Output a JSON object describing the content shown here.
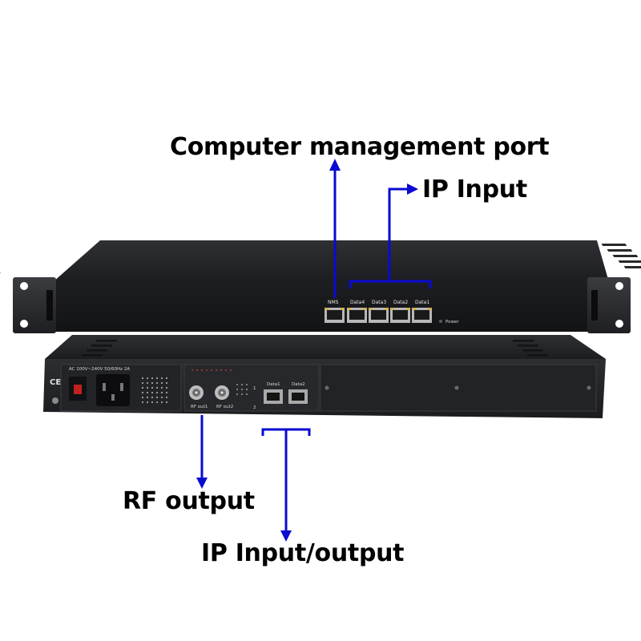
{
  "callouts": {
    "management_port": "Computer management port",
    "ip_input": "IP Input",
    "rf_output": "RF output",
    "ip_input_output": "IP Input/output"
  },
  "front_panel": {
    "ports": [
      "NMS",
      "Data4",
      "Data3",
      "Data2",
      "Data1"
    ],
    "power_label": "Power"
  },
  "rear_panel": {
    "power_rating": "AC 100V~240V 50/60Hz 2A",
    "ce_mark": "CE",
    "rf_ports": [
      "RF out1",
      "RF out2"
    ],
    "rf_index": [
      "1",
      "2"
    ],
    "data_ports": [
      "Data1",
      "Data2"
    ]
  },
  "colors": {
    "arrow": "#0a0ad2",
    "chassis": "#2a2c2f",
    "text": "#000000"
  }
}
